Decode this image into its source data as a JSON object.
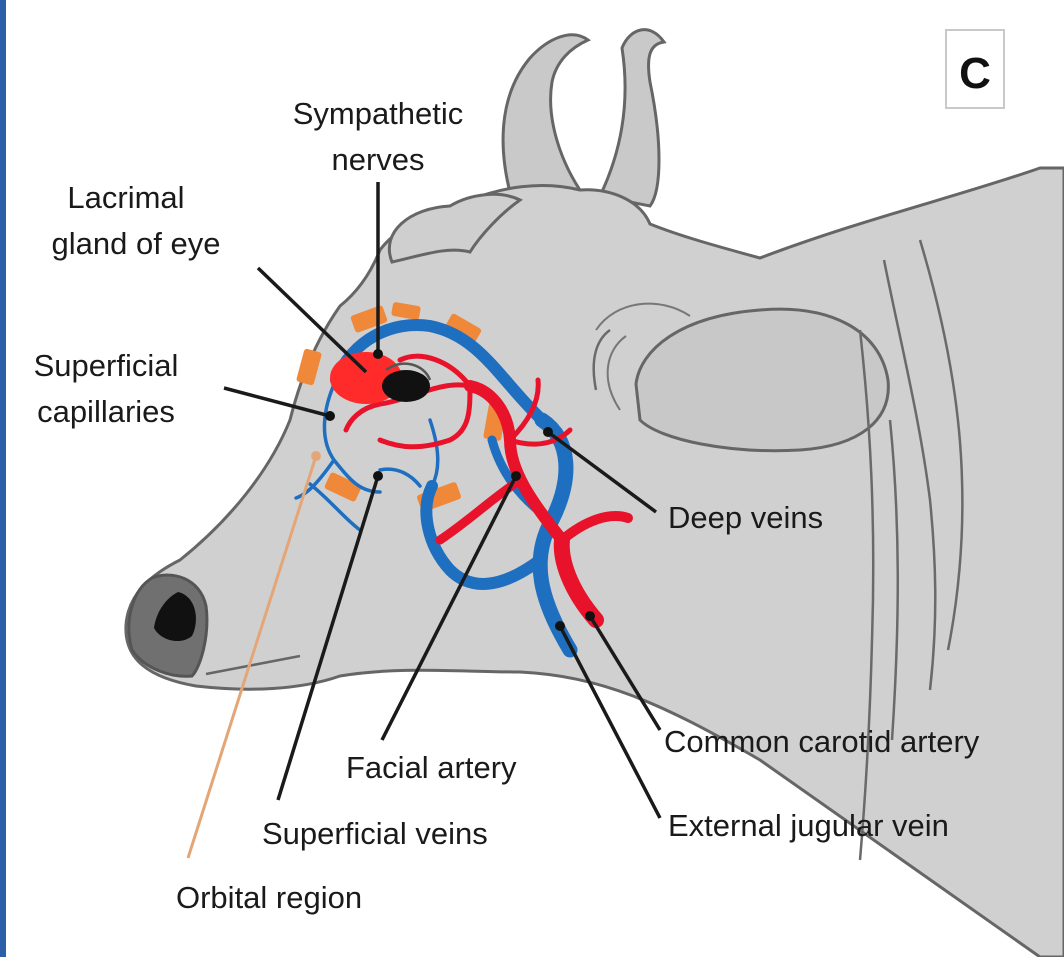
{
  "panel_label": "C",
  "labels": {
    "sympathetic_nerves": [
      "Sympathetic",
      "nerves"
    ],
    "lacrimal_gland": [
      "Lacrimal",
      "gland of eye"
    ],
    "superficial_capillaries": [
      "Superficial",
      "capillaries"
    ],
    "deep_veins": "Deep veins",
    "common_carotid_artery": "Common carotid artery",
    "facial_artery": "Facial artery",
    "external_jugular_vein": "External jugular vein",
    "superficial_veins": "Superficial veins",
    "orbital_region": "Orbital region"
  },
  "colors": {
    "head_fill": "#d0d0d0",
    "outline": "#666666",
    "artery": "#e8132a",
    "vein": "#1f6fc0",
    "orbital_patch": "#f0883a",
    "gland": "#ff2a2a",
    "nose": "#707070",
    "leader": "#1a1a1a",
    "orbital_leader": "#e4a676"
  }
}
